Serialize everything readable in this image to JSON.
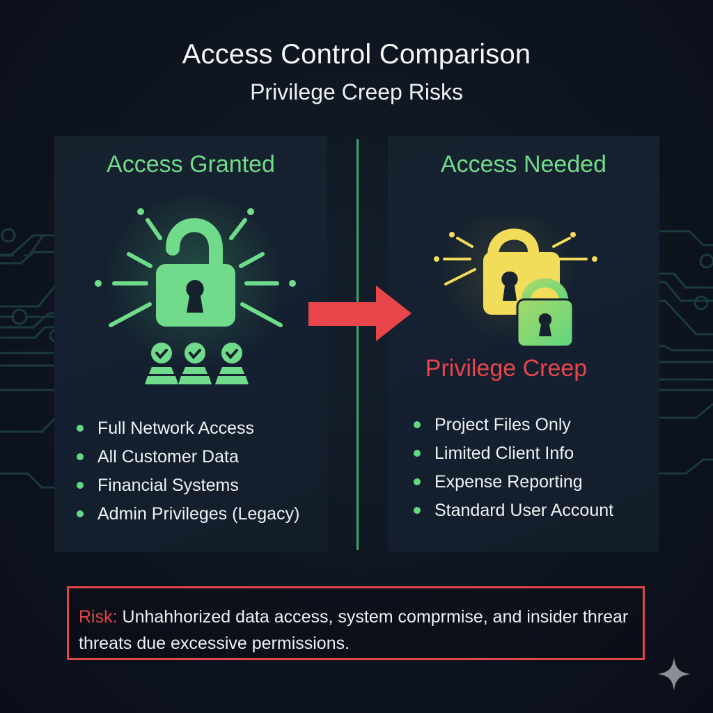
{
  "header": {
    "title": "Access Control Comparison",
    "subtitle": "Privilege Creep Risks"
  },
  "left_panel": {
    "heading": "Access Granted",
    "icon": "unlocked-padlock-icon",
    "users_icon": "verified-users-icon",
    "items": [
      {
        "label": "Full Network Access"
      },
      {
        "label": "All Customer Data"
      },
      {
        "label": "Financial Systems"
      },
      {
        "label": "Admin Privileges (Legacy)"
      }
    ]
  },
  "right_panel": {
    "heading": "Access Needed",
    "icon": "dual-padlock-icon",
    "alert_label": "Privilege Creep",
    "items": [
      {
        "label": "Project Files Only"
      },
      {
        "label": "Limited Client Info"
      },
      {
        "label": "Expense Reporting"
      },
      {
        "label": "Standard User Account"
      }
    ]
  },
  "transition": {
    "icon": "arrow-right-icon"
  },
  "risk": {
    "label": "Risk:",
    "text": " Unhahhorized data access, system comprmise, and insider threar threats due excessive permissions."
  },
  "colors": {
    "accent_green": "#6fdb8b",
    "accent_red": "#e8464b",
    "accent_yellow": "#f2dc5a",
    "background": "#0e1520",
    "panel": "#17222f"
  }
}
